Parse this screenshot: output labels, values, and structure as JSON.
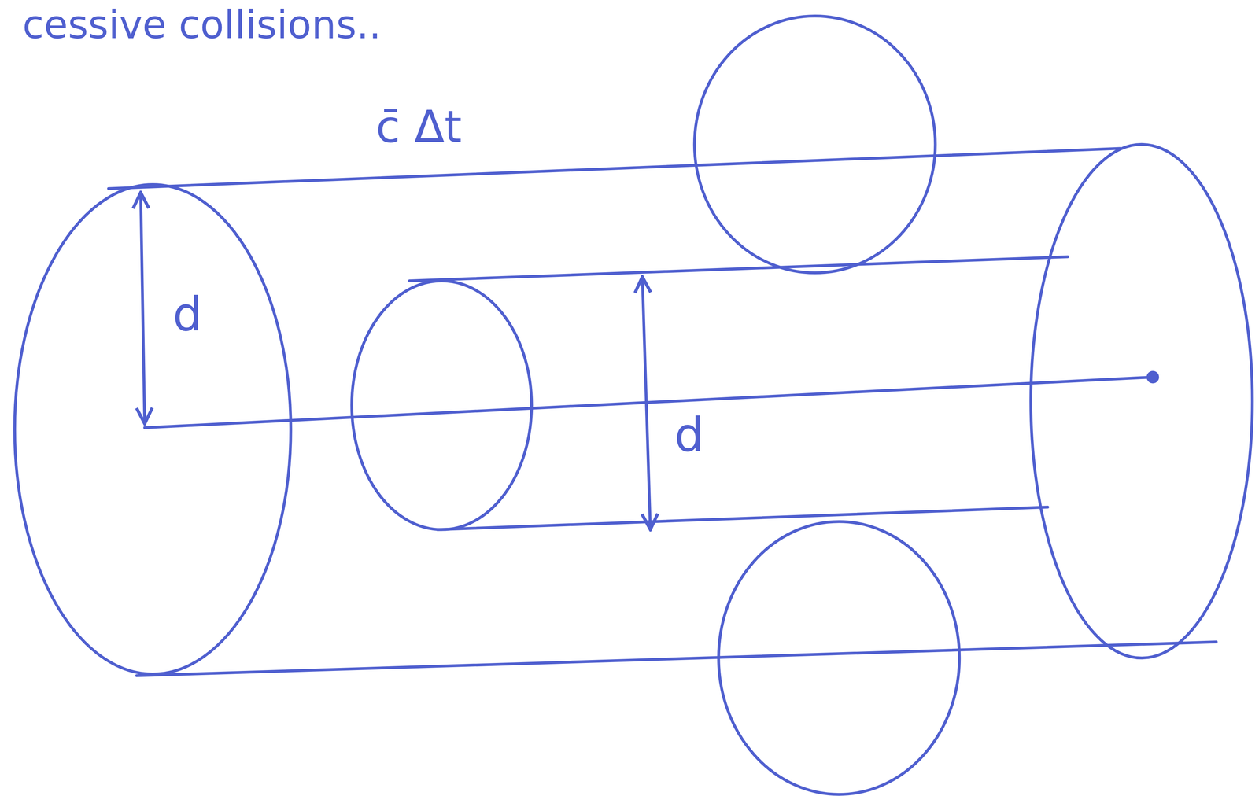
{
  "diagram": {
    "labels": [
      "cessive collisions..",
      "c̄ Δt",
      "d",
      "d"
    ]
  }
}
